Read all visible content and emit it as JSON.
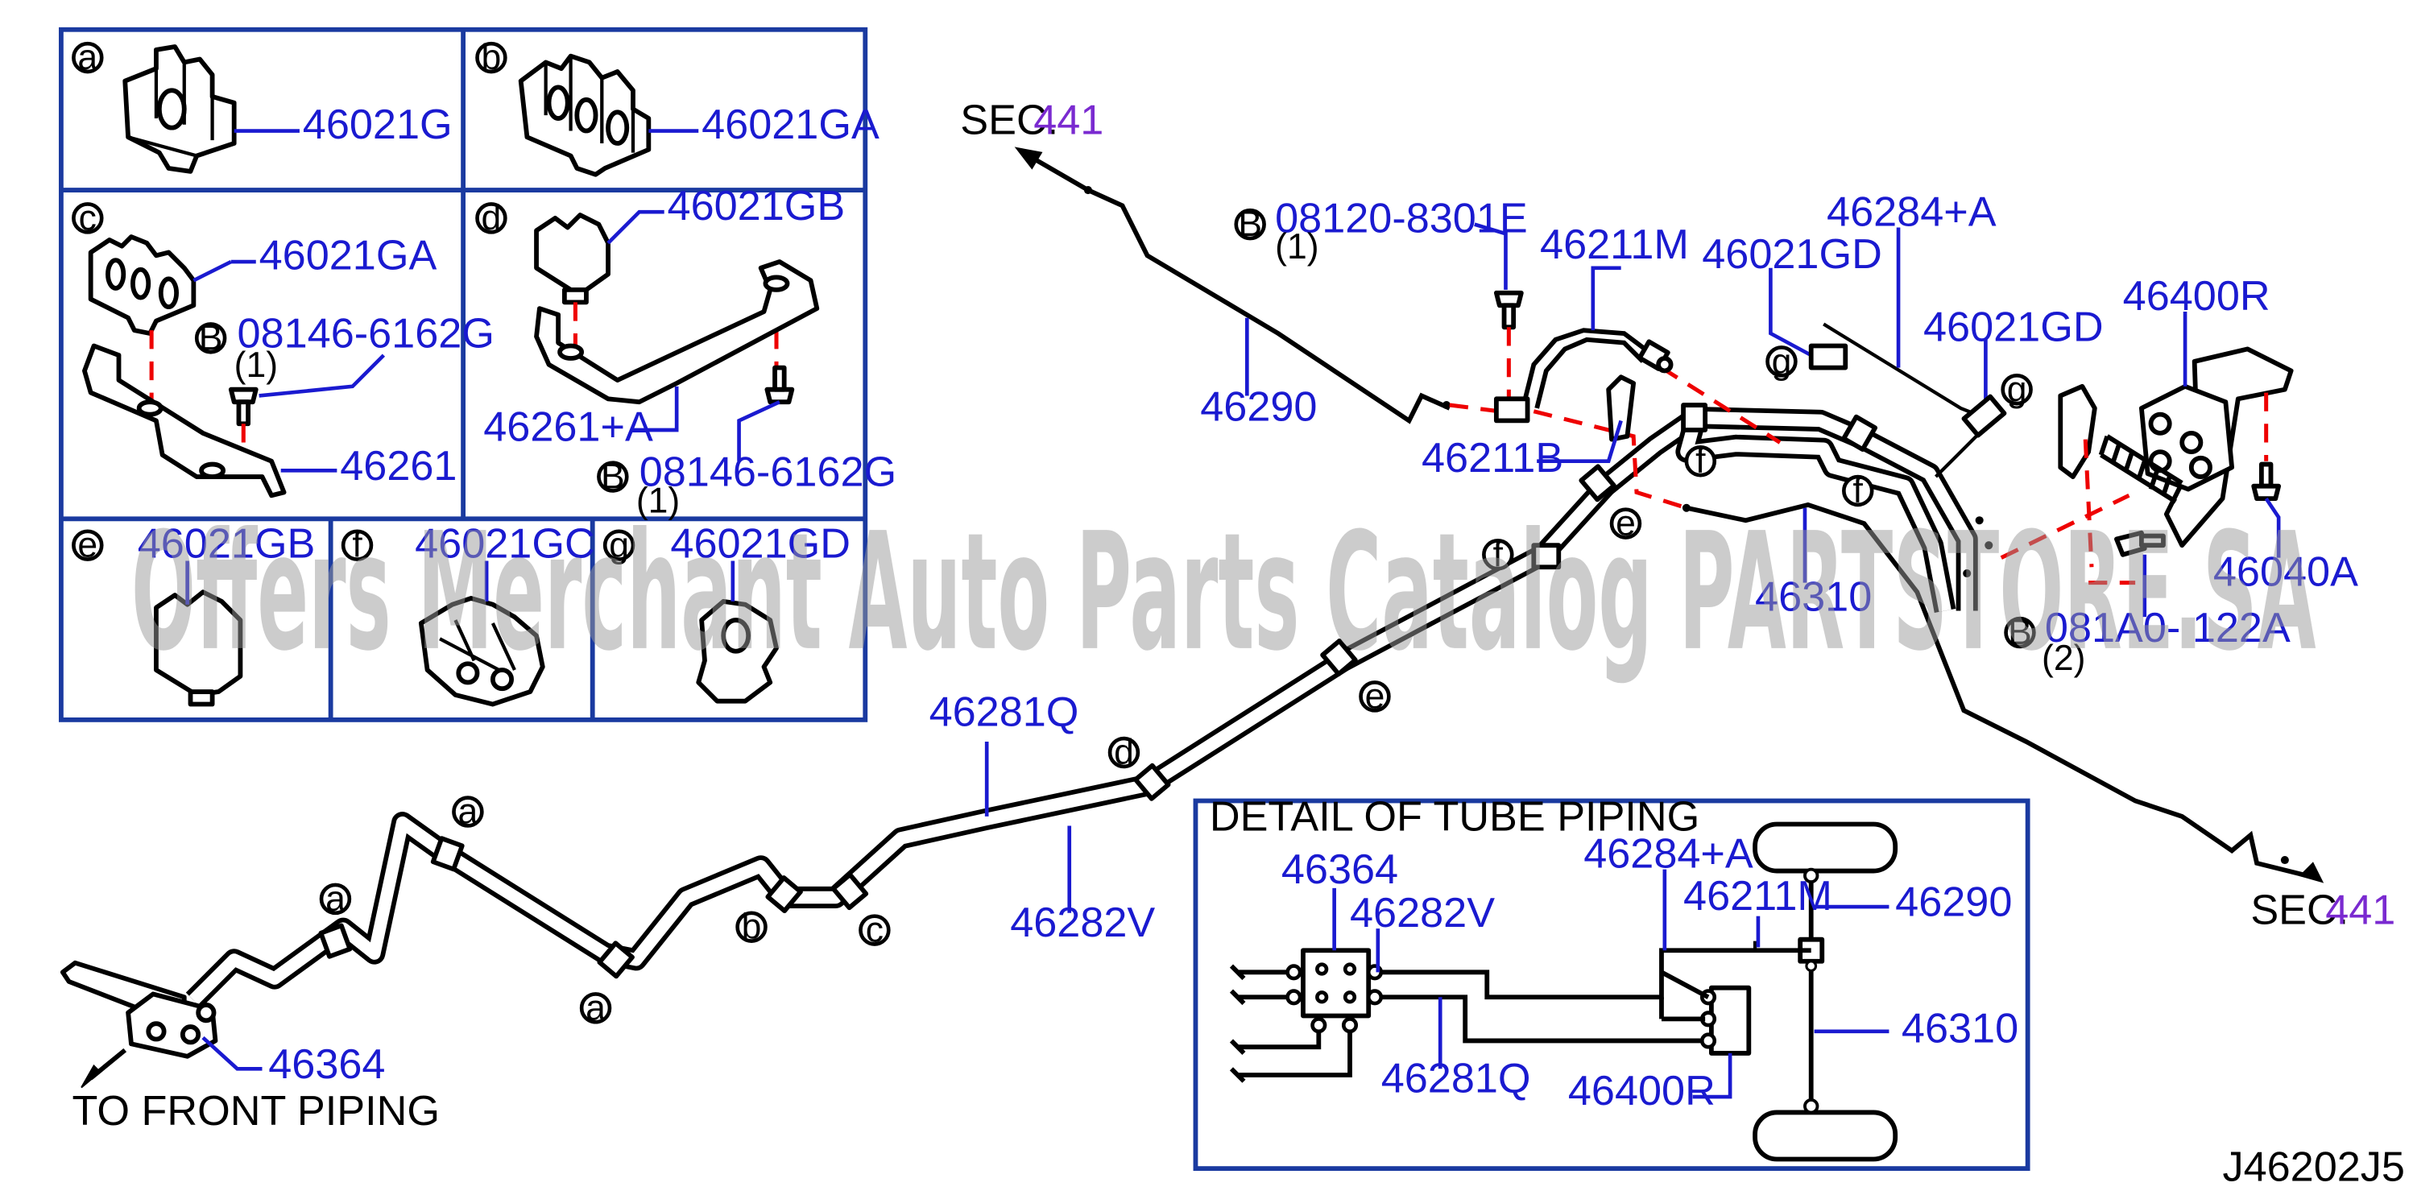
{
  "inset_letters": [
    "a",
    "b",
    "c",
    "d",
    "e",
    "f",
    "g"
  ],
  "inset_parts": {
    "a": "46021G",
    "b": "46021GA",
    "c": "46021GA",
    "c_bolt": "08146-6162G",
    "c_bolt_qty": "(1)",
    "c_bracket": "46261",
    "d": "46021GB",
    "d_bracket": "46261+A",
    "d_bolt": "08146-6162G",
    "d_bolt_qty": "(1)",
    "e": "46021GB",
    "f": "46021GC",
    "g": "46021GD"
  },
  "bolt_symbol": "B",
  "main_labels": {
    "sec_top_prefix": "SEC.",
    "sec_top_num": "441",
    "sec_bottom_prefix": "SEC.",
    "sec_bottom_num": "441",
    "hose_bolt": "08120-8301E",
    "hose_bolt_qty": "(1)",
    "hose": "46211M",
    "hose_bracket": "46211B",
    "tube_46290": "46290",
    "clip_gd_1": "46021GD",
    "tube_46284a": "46284+A",
    "clip_gd_2": "46021GD",
    "valve": "46400R",
    "valve_bolt": "46040A",
    "valve_bolt2": "081A0-   122A",
    "valve_bolt2_qty": "(2)",
    "tube_46310": "46310",
    "tube_46281q": "46281Q",
    "tube_46282v": "46282V",
    "master": "46364",
    "front_piping": "TO  FRONT  PIPING",
    "diagram_code": "J46202J5"
  },
  "detail": {
    "title": "DETAIL  OF  TUBE  PIPING",
    "m46364": "46364",
    "m46282v": "46282V",
    "m46281q": "46281Q",
    "m46284a": "46284+A",
    "m46211m": "46211M",
    "m46290": "46290",
    "m46310": "46310",
    "m46400r": "46400R"
  },
  "watermark": "Offers Merchant Auto Parts Catalog PARTSTORE.SA",
  "colors": {
    "part_number": "#1a1ad0",
    "frame": "#1a3aa0",
    "hidden_line": "#e00000",
    "section_number": "#7a2ad0"
  }
}
